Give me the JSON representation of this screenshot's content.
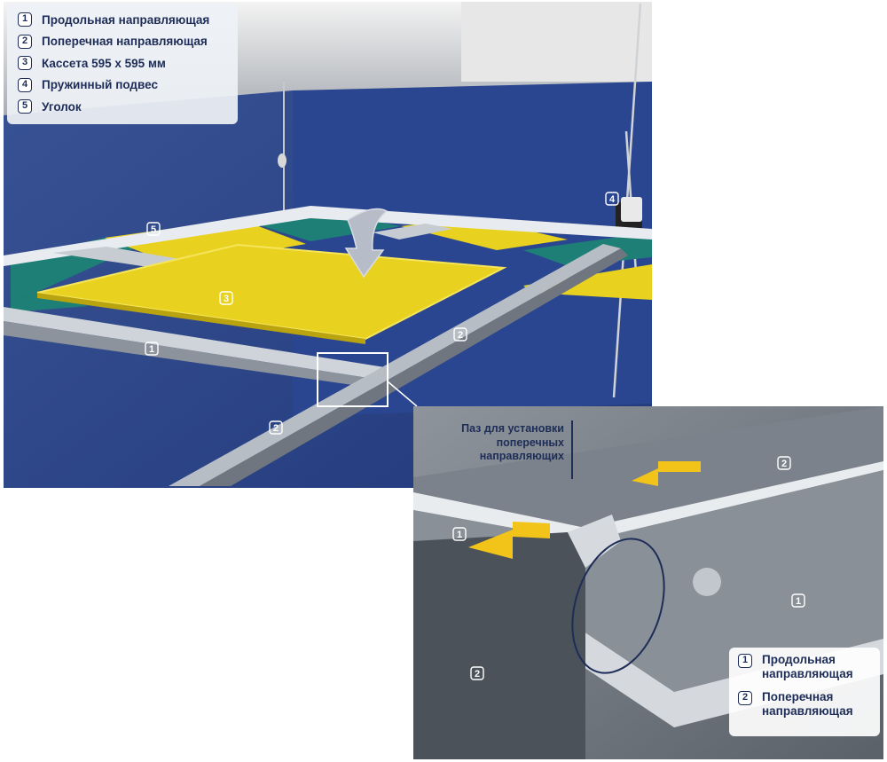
{
  "legend": {
    "items": [
      {
        "num": "1",
        "text": "Продольная направляющая"
      },
      {
        "num": "2",
        "text": "Поперечная направляющая"
      },
      {
        "num": "3",
        "text": "Кассета 595 x 595 мм"
      },
      {
        "num": "4",
        "text": "Пружинный подвес"
      },
      {
        "num": "5",
        "text": "Уголок"
      }
    ]
  },
  "main_labels": {
    "corner": "5",
    "cassette": "3",
    "hanger": "4",
    "main_runner": "1",
    "cross_runner_right": "2",
    "cross_runner_front": "2"
  },
  "detail": {
    "slot_caption": "Паз для установки поперечных направляющих",
    "labels": {
      "cross_runner_top": "2",
      "main_runner_left": "1",
      "main_runner_right": "1",
      "cross_runner_bottom": "2"
    },
    "legend": [
      {
        "num": "1",
        "text": "Продольная направляющая"
      },
      {
        "num": "2",
        "text": "Поперечная направляющая"
      }
    ]
  },
  "colors": {
    "wall_blue": "#2f4a8c",
    "panel_yellow": "#e8d21f",
    "panel_teal": "#1e7f77",
    "rail_metal": "#c9ced6",
    "label_navy": "#1d2d57",
    "arrow_yellow": "#f2c318"
  }
}
